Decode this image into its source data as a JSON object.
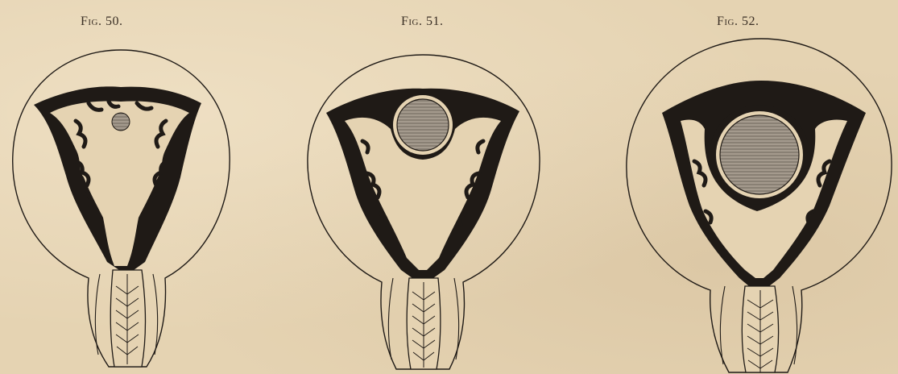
{
  "figures": [
    {
      "label": "Fig. 50."
    },
    {
      "label": "Fig. 51."
    },
    {
      "label": "Fig. 52."
    }
  ],
  "colors": {
    "paper": "#e5d3b2",
    "ink": "#1f1a16",
    "shading": "#9c9286"
  }
}
